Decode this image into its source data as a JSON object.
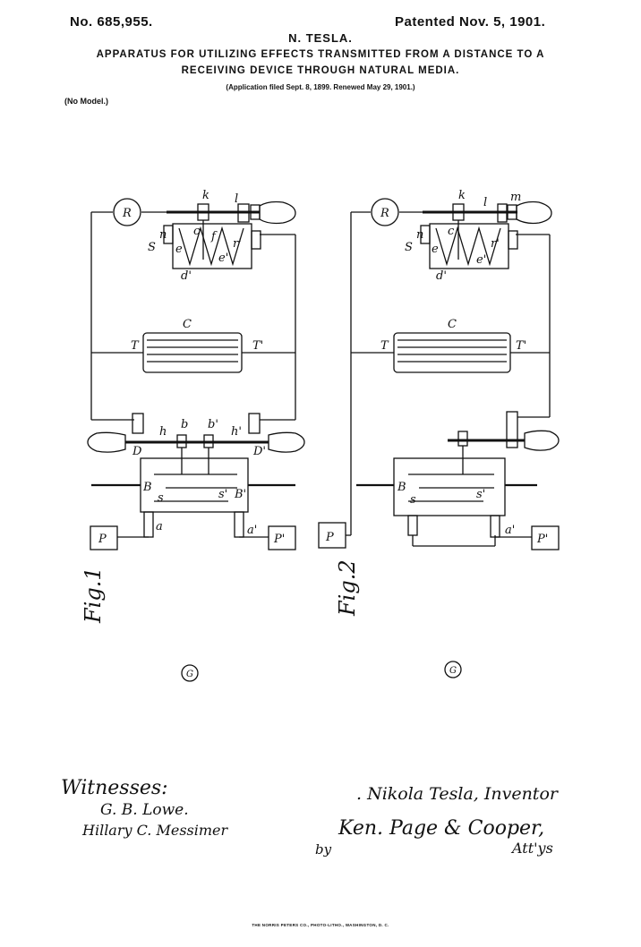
{
  "header": {
    "patent_number": "No. 685,955.",
    "patent_date": "Patented Nov. 5, 1901.",
    "inventor_line": "N. TESLA.",
    "title_line1": "APPARATUS FOR UTILIZING EFFECTS TRANSMITTED FROM A DISTANCE TO A",
    "title_line2": "RECEIVING DEVICE THROUGH NATURAL MEDIA.",
    "application": "(Application filed Sept. 8, 1899. Renewed May 29, 1901.)",
    "model_note": "(No Model.)"
  },
  "figures": {
    "fig1": {
      "caption": "Fig.1",
      "labels": {
        "R": "R",
        "S": "S",
        "n": "n",
        "e": "e",
        "k": "k",
        "l": "l",
        "c": "c",
        "f": "f",
        "e2": "e'",
        "d": "d'",
        "r": "r'",
        "C": "C",
        "T": "T",
        "T2": "T'",
        "D": "D",
        "h": "h",
        "b": "b",
        "b2": "b'",
        "h2": "h'",
        "D2": "D'",
        "B": "B",
        "s": "s",
        "s2": "s'",
        "B2": "B'",
        "P": "P",
        "a": "a",
        "a2": "a'",
        "P2": "P'",
        "G": "G"
      }
    },
    "fig2": {
      "caption": "Fig.2",
      "labels": {
        "R": "R",
        "S": "S",
        "n": "n",
        "e": "e",
        "k": "k",
        "l": "l",
        "m": "m",
        "c": "c",
        "e2": "e'",
        "d": "d'",
        "r": "r'",
        "C": "C",
        "T": "T",
        "T2": "T'",
        "B": "B",
        "s": "s",
        "s2": "s'",
        "P": "P",
        "a2": "a'",
        "P2": "P'",
        "G": "G"
      }
    }
  },
  "signatures": {
    "witnesses_heading": "Witnesses:",
    "witness1": "G. B. Lowe.",
    "witness2": "Hillary C. Messimer",
    "inventor": ". Nikola Tesla, Inventor",
    "by": "by",
    "attorneys": "Ken. Page & Cooper,",
    "attys_suffix": "Att'ys"
  },
  "footer": {
    "printer": "THE NORRIS PETERS CO., PHOTO-LITHO., WASHINGTON, D. C."
  }
}
